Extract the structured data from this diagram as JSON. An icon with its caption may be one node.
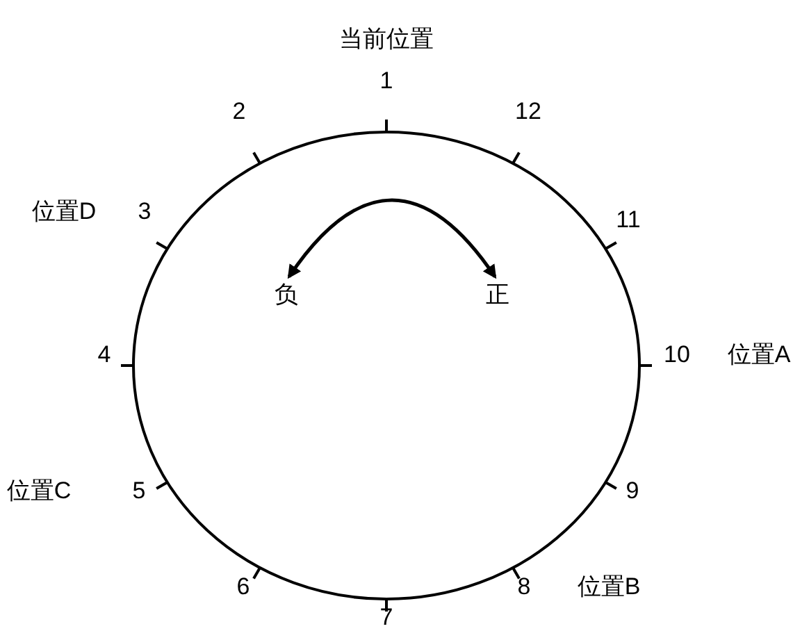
{
  "diagram": {
    "nodes": [
      {
        "text": [
          "负"
        ]
      },
      {
        "text": [
          "正"
        ]
      }
    ],
    "edges": [
      {
        "from": 0,
        "to": 1,
        "arrow": "both"
      }
    ],
    "labels": [
      "当前位置",
      "1",
      "2",
      "12",
      "位置D",
      "3",
      "11",
      "4",
      "10",
      "位置A",
      "位置C",
      "5",
      "9",
      "6",
      "8",
      "位置B",
      "7"
    ]
  }
}
